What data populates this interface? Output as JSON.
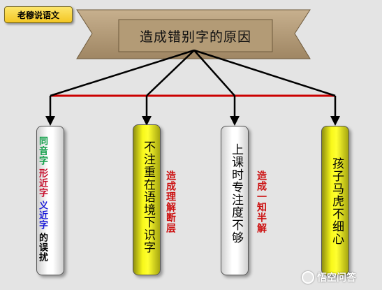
{
  "tag": {
    "label": "老穆说语文"
  },
  "banner": {
    "title": "造成错别字的原因"
  },
  "boxes": {
    "b1": {
      "line1": "同音字",
      "line2": "形近字",
      "line3": "义近字",
      "line4": "的误扰",
      "colors": [
        "#12a04a",
        "#c8102e",
        "#1a1ad8",
        "#000000"
      ]
    },
    "b2": {
      "text": "不注重在语境下识字",
      "note": "造成理解断层"
    },
    "b3": {
      "text": "上课时专注度不够",
      "note": "造成一知半解"
    },
    "b4": {
      "text": "孩子马虎不细心"
    }
  },
  "watermark": {
    "text": "悟空问答"
  },
  "colors": {
    "connector_bar": "#cc0000",
    "arrows": "#000000",
    "banner_fill": "#b79e7c",
    "yellow_box": "#f8f81a"
  }
}
